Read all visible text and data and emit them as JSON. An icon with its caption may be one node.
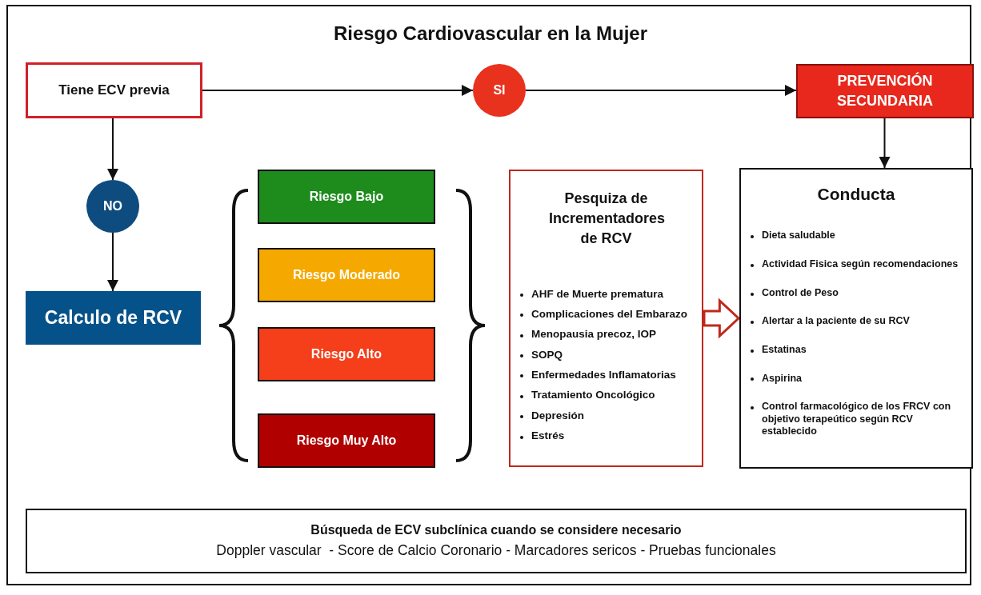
{
  "diagram": {
    "title": "Riesgo Cardiovascular en la Mujer",
    "nodes": [
      {
        "text": [
          "Tiene ECV previa"
        ]
      },
      {
        "text": [
          "SI"
        ]
      },
      {
        "text": [
          "PREVENCIÓN SECUNDARIA"
        ]
      },
      {
        "text": [
          "NO"
        ]
      },
      {
        "text": [
          "Calculo de RCV"
        ]
      },
      {
        "text": [
          "Riesgo Bajo"
        ]
      },
      {
        "text": [
          "Riesgo Moderado"
        ]
      },
      {
        "text": [
          "Riesgo Alto"
        ]
      },
      {
        "text": [
          "Riesgo Muy Alto"
        ]
      },
      {
        "text": [
          "Pesquiza de Incrementadores de RCV",
          "AHF de Muerte prematura",
          "Complicaciones del Embarazo",
          "Menopausia precoz, IOP",
          "SOPQ",
          "Enfermedades Inflamatorias",
          "Tratamiento Oncológico",
          "Depresión",
          "Estrés"
        ]
      },
      {
        "text": [
          "Conducta",
          "Dieta saludable",
          "Actividad Fisica según recomendaciones",
          "Control de Peso",
          "Alertar a la paciente de su RCV",
          "Estatinas",
          "Aspirina",
          "Control farmacológico de los FRCV con objetivo terapeútico según RCV establecido"
        ]
      },
      {
        "text": [
          "Búsqueda de ECV subclínica cuando se considere necesario",
          "Doppler vascular  - Score de Calcio Coronario - Marcadores sericos - Pruebas funcionales"
        ]
      }
    ],
    "edges": [
      {
        "from": 0,
        "to": 1,
        "arrow": "to"
      },
      {
        "from": 1,
        "to": 2,
        "arrow": "to"
      },
      {
        "from": 0,
        "to": 3,
        "arrow": "to"
      },
      {
        "from": 3,
        "to": 4,
        "arrow": "to"
      },
      {
        "from": 2,
        "to": 10,
        "arrow": "to"
      },
      {
        "from": 9,
        "to": 10,
        "arrow": "to",
        "style": "thick",
        "color": "#c0281c"
      }
    ]
  }
}
